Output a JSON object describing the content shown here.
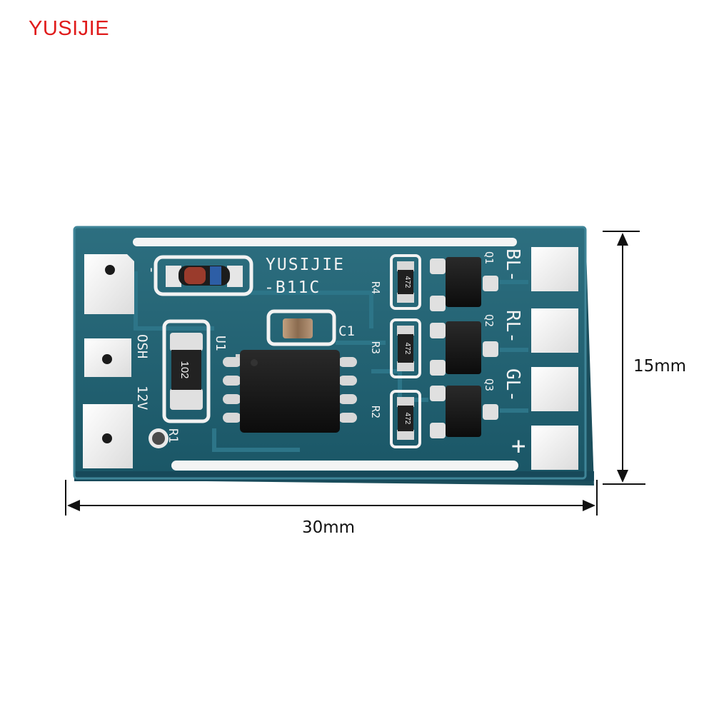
{
  "brand": {
    "text": "YUSIJIE",
    "color": "#e01b1b"
  },
  "board": {
    "silkscreen_name": "YUSIJIE",
    "silkscreen_model": "-B11C",
    "pcb_color": "#1d5a6a",
    "labels": {
      "c1": "C1",
      "u1": "U1",
      "r1": "R1",
      "r2": "R2",
      "r3": "R3",
      "r4": "R4",
      "q1": "Q1",
      "q2": "Q2",
      "q3": "Q3",
      "osh": "OSH",
      "v12": "12V",
      "bl": "BL-",
      "rl": "RL-",
      "gl": "GL-",
      "plus": "+",
      "minus": "-",
      "res_code_r1": "102",
      "res_code_small": "472"
    }
  },
  "dimensions": {
    "width_label": "30mm",
    "height_label": "15mm"
  }
}
